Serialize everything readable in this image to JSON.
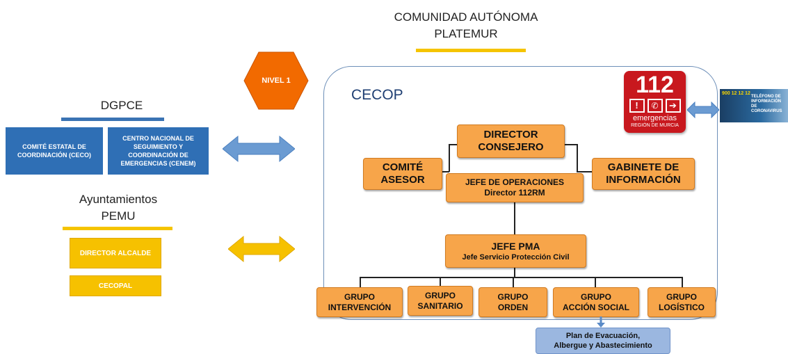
{
  "top": {
    "line1": "COMUNIDAD AUTÓNOMA",
    "line2": "PLATEMUR"
  },
  "nivel": "NIVEL 1",
  "dgpce": {
    "title": "DGPCE",
    "box1": "COMITÉ ESTATAL DE COORDINACIÓN (CECO)",
    "box2": "CENTRO NACIONAL DE SEGUIMIENTO Y COORDINACIÓN DE EMERGENCIAS (CENEM)"
  },
  "ayuntamientos": {
    "line1": "Ayuntamientos",
    "line2": "PEMU",
    "box1": "DIRECTOR ALCALDE",
    "box2": "CECOPAL"
  },
  "cecop": {
    "title": "CECOP",
    "director": [
      "DIRECTOR",
      "CONSEJERO"
    ],
    "comite": [
      "COMITÉ",
      "ASESOR"
    ],
    "gabinete": [
      "GABINETE DE",
      "INFORMACIÓN"
    ],
    "jefe_ops": [
      "JEFE DE OPERACIONES",
      "Director 112RM"
    ]
  },
  "jefe_pma": [
    "JEFE PMA",
    "Jefe Servicio Protección Civil"
  ],
  "grupos": [
    [
      "GRUPO",
      "INTERVENCIÓN"
    ],
    [
      "GRUPO",
      "SANITARIO"
    ],
    [
      "GRUPO",
      "ORDEN"
    ],
    [
      "GRUPO",
      "ACCIÓN SOCIAL"
    ],
    [
      "GRUPO",
      "LOGÍSTICO"
    ]
  ],
  "plan": [
    "Plan de Evacuación,",
    "Albergue y Abastecimiento"
  ],
  "logo112": {
    "number": "112",
    "sub": "emergencias",
    "region": "REGIÓN DE MURCIA"
  },
  "phone_card": {
    "number": "900 12 12 12",
    "text": "TELÉFONO DE INFORMACIÓN DE CORONAVIRUS"
  },
  "colors": {
    "orange_box": "#f7a54a",
    "blue_box": "#2f6fb5",
    "yellow_box": "#f6c100",
    "hexagon": "#f26a00",
    "red_logo": "#c8181e"
  }
}
